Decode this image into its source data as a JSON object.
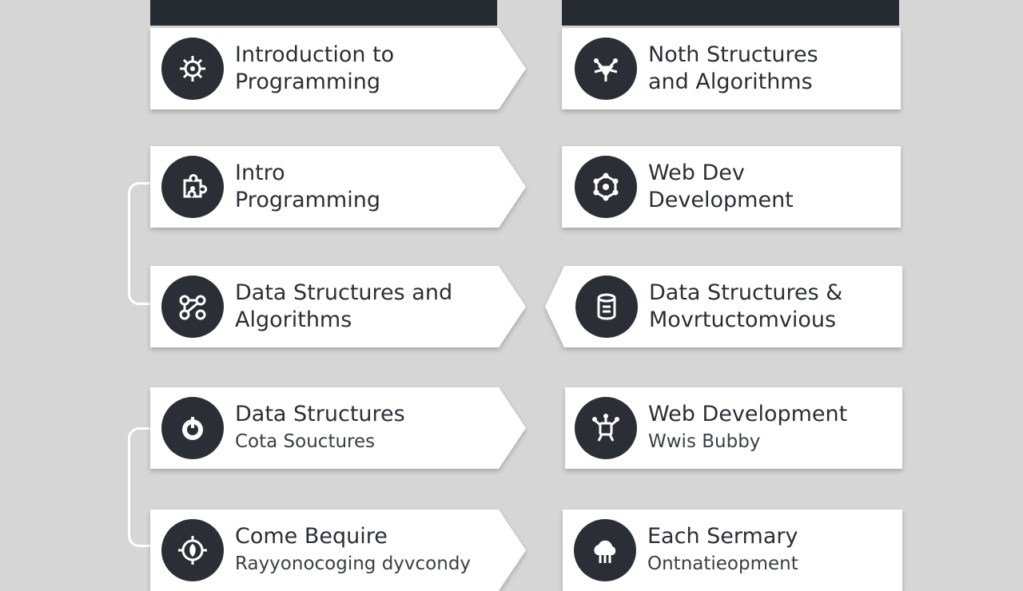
{
  "left_column": {
    "cards": [
      {
        "line1": "Introduction to",
        "line2": "Programming",
        "icon": "gear-cluster-icon"
      },
      {
        "line1": "Intro",
        "line2": "Programming",
        "icon": "puzzle-gear-icon"
      },
      {
        "line1": "Data Structures and",
        "line2": "Algorithms",
        "icon": "network-nodes-icon"
      },
      {
        "line1": "Data Structures",
        "line2": "Cota Souctures",
        "icon": "power-icon"
      },
      {
        "line1": "Come Bequire",
        "line2": "Rayyonocoging dyvcondy",
        "icon": "cog-leaf-icon"
      }
    ]
  },
  "right_column": {
    "cards": [
      {
        "line1": "Noth Structures",
        "line2": "and Algorithms",
        "icon": "bug-network-icon"
      },
      {
        "line1": "Web Dev",
        "line2": "Development",
        "icon": "molecule-icon"
      },
      {
        "line1": "Data Structures &",
        "line2": "Movrtuctomvious",
        "icon": "database-icon"
      },
      {
        "line1": "Web Development",
        "line2": "Wwis Bubby",
        "icon": "robot-network-icon"
      },
      {
        "line1": "Each Sermary",
        "line2": "Ontnatieopment",
        "icon": "cloud-icon"
      }
    ]
  },
  "colors": {
    "background": "#d6d6d6",
    "card": "#ffffff",
    "icon_bg": "#2b2f35",
    "header": "#262b31"
  }
}
